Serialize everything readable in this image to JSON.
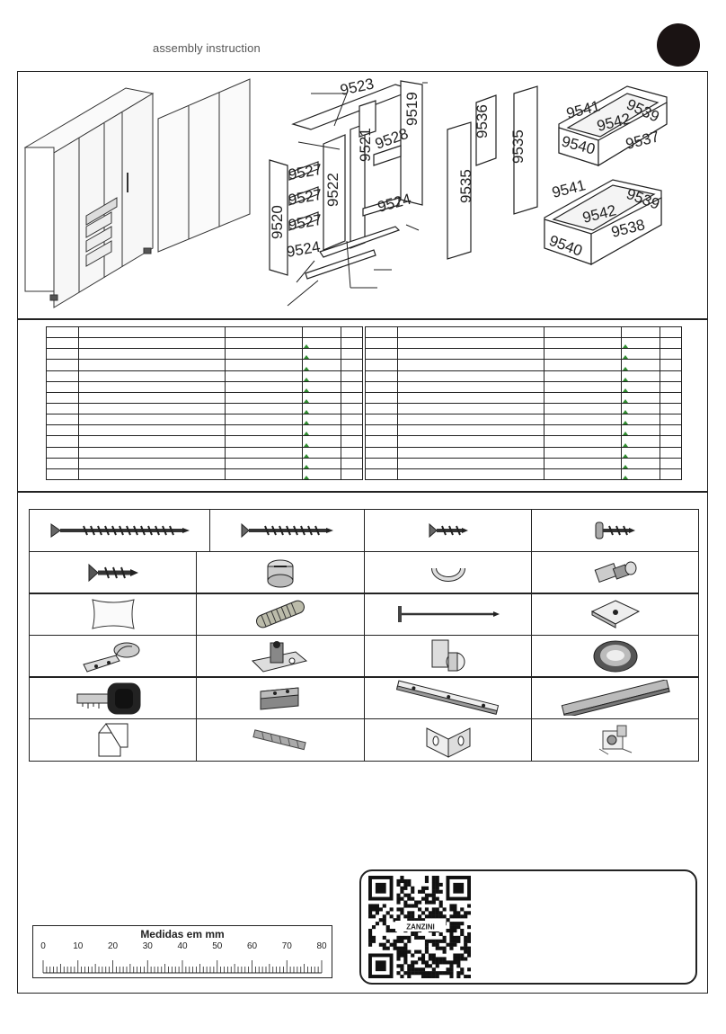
{
  "header": {
    "title": "assembly instruction"
  },
  "parts": {
    "numbers": [
      "9523",
      "9519",
      "9536",
      "9541",
      "9539",
      "9527",
      "9521",
      "9528",
      "9542",
      "9537",
      "9540",
      "9527",
      "9535",
      "9535",
      "9520",
      "9522",
      "9527",
      "9524",
      "9524",
      "9541",
      "9539",
      "9542",
      "9540",
      "9538"
    ]
  },
  "parts_list": {
    "rows": 14,
    "columns": 5
  },
  "hardware": {
    "items": [
      "long-screw-icon",
      "medium-screw-icon",
      "short-screw-icon",
      "flat-head-screw-icon",
      "small-screw-icon",
      "cam-lock-icon",
      "cam-ring-icon",
      "cam-bolt-icon",
      "bag-icon",
      "dowel-icon",
      "nail-icon",
      "corner-plate-icon",
      "hinge-icon",
      "hinge-plate-icon",
      "lock-cylinder-icon",
      "hole-cap-icon",
      "key-icon",
      "support-bracket-icon",
      "drawer-slide-icon",
      "hanging-rail-icon",
      "clip-icon",
      "wall-anchor-icon",
      "angle-bracket-icon",
      "adjuster-icon"
    ]
  },
  "ruler": {
    "title": "Medidas em mm",
    "labels": [
      "0",
      "10",
      "20",
      "30",
      "40",
      "50",
      "60",
      "70",
      "80"
    ]
  },
  "qr": {
    "brand": "ZANZINI"
  }
}
